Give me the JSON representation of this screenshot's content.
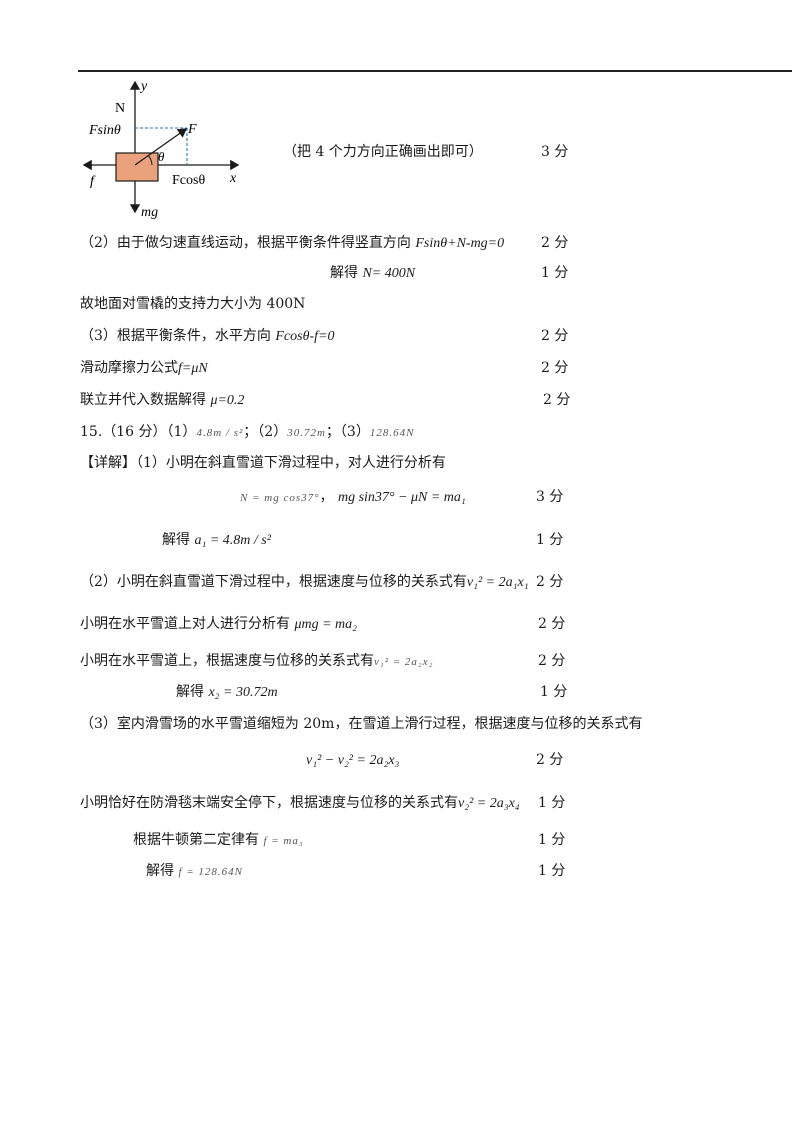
{
  "diagram": {
    "y_axis": "y",
    "x_axis": "x",
    "force_N": "N",
    "force_F": "F",
    "force_Fsin": "Fsinθ",
    "force_Fcos": "Fcosθ",
    "force_f": "f",
    "force_mg": "mg",
    "angle": "θ",
    "block_color": "#e9a27c",
    "dash_color": "#2a6fb5"
  },
  "lines": [
    {
      "text": "（把 4 个力方向正确画出即可）",
      "score": "3 分"
    },
    {
      "text": "（2）由于做匀速直线运动，根据平衡条件得竖直方向",
      "formula": "Fsinθ+N-mg=0",
      "score": "2 分"
    },
    {
      "text": "解得",
      "formula": "N= 400N",
      "score": "1 分"
    },
    {
      "text": "故地面对雪橇的支持力大小为 400N"
    },
    {
      "text": "（3）根据平衡条件，水平方向",
      "formula": "Fcosθ-f=0",
      "score": "2 分"
    },
    {
      "text": "滑动摩擦力公式",
      "formula": "f=μN",
      "score": "2 分"
    },
    {
      "text": "联立并代入数据解得",
      "formula": "μ=0.2",
      "score": "2 分"
    },
    {
      "text": "15.（16 分）（1）",
      "a1": "4.8m / s²",
      "sep1": "；（2）",
      "a2": "30.72m",
      "sep2": "；（3）",
      "a3": "128.64N"
    },
    {
      "text": "【详解】（1）小明在斜直雪道下滑过程中，对人进行分析有"
    },
    {
      "formula_small": "N = mg cos37°",
      "formula": "mg sin37° − μN = ma₁",
      "sep": "，",
      "score": "3 分"
    },
    {
      "text": "解得",
      "formula": "a₁ = 4.8m / s²",
      "score": "1 分"
    },
    {
      "text": "（2）小明在斜直雪道下滑过程中，根据速度与位移的关系式有",
      "formula": "v₁² = 2a₁x₁",
      "score": "2 分"
    },
    {
      "text": "小明在水平雪道上对人进行分析有",
      "formula": "μmg = ma₂",
      "score": "2 分"
    },
    {
      "text": "小明在水平雪道上，根据速度与位移的关系式有",
      "formula_small": "v₁² = 2a₂x₂",
      "score": "2 分"
    },
    {
      "text": "解得",
      "formula": "x₂ = 30.72m",
      "score": "1 分"
    },
    {
      "text": "（3）室内滑雪场的水平雪道缩短为 20m，在雪道上滑行过程，根据速度与位移的关系式有"
    },
    {
      "formula": "v₁² − v₂² = 2a₂x₃",
      "score": "2 分"
    },
    {
      "text": "小明恰好在防滑毯末端安全停下，根据速度与位移的关系式有",
      "formula": "v₂² = 2a₃x₄",
      "score": "1 分"
    },
    {
      "text": "根据牛顿第二定律有",
      "formula_small": "f = ma₃",
      "score": "1 分"
    },
    {
      "text": "解得",
      "formula_small": "f = 128.64N",
      "score": "1 分"
    }
  ]
}
